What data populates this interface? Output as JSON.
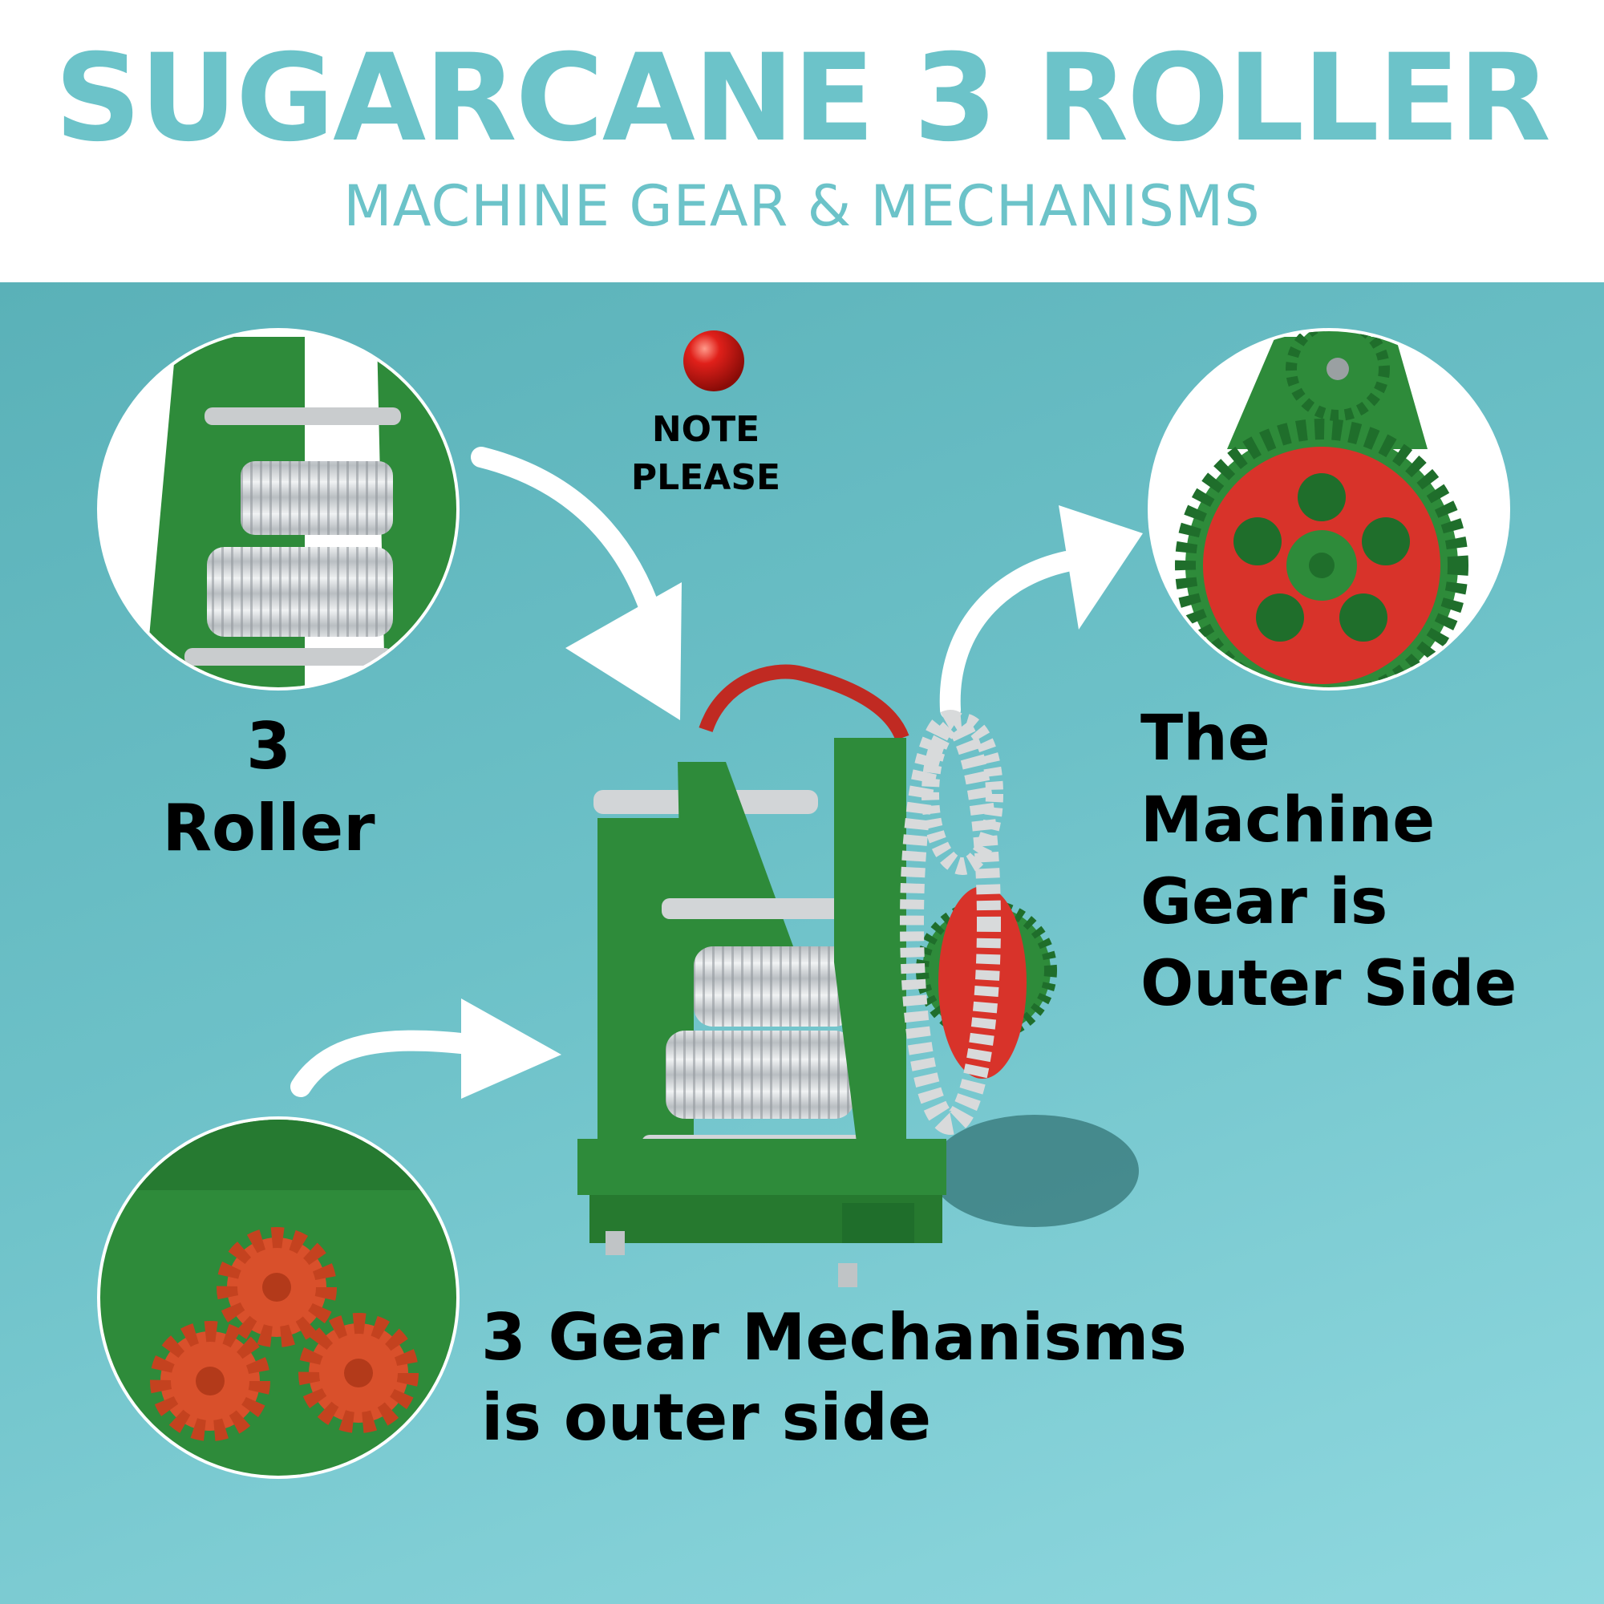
{
  "header": {
    "title": "SUGARCANE 3 ROLLER",
    "subtitle": "MACHINE GEAR & MECHANISMS"
  },
  "note": {
    "line1": "NOTE",
    "line2": "PLEASE"
  },
  "callouts": {
    "roller": {
      "line1": "3",
      "line2": "Roller"
    },
    "gear": {
      "line1": "The",
      "line2": "Machine",
      "line3": "Gear is",
      "line4": "Outer Side"
    },
    "mechanism": {
      "line1": "3 Gear Mechanisms",
      "line2": "is outer side"
    }
  },
  "colors": {
    "title_teal": "#6cc3c9",
    "panel_top": "#5ab1b8",
    "panel_bottom": "#8fd8df",
    "machine_green": "#2e8b3a",
    "gear_red": "#d8332a",
    "roller_silver": "#c8cccf",
    "note_red": "#e0201a"
  }
}
